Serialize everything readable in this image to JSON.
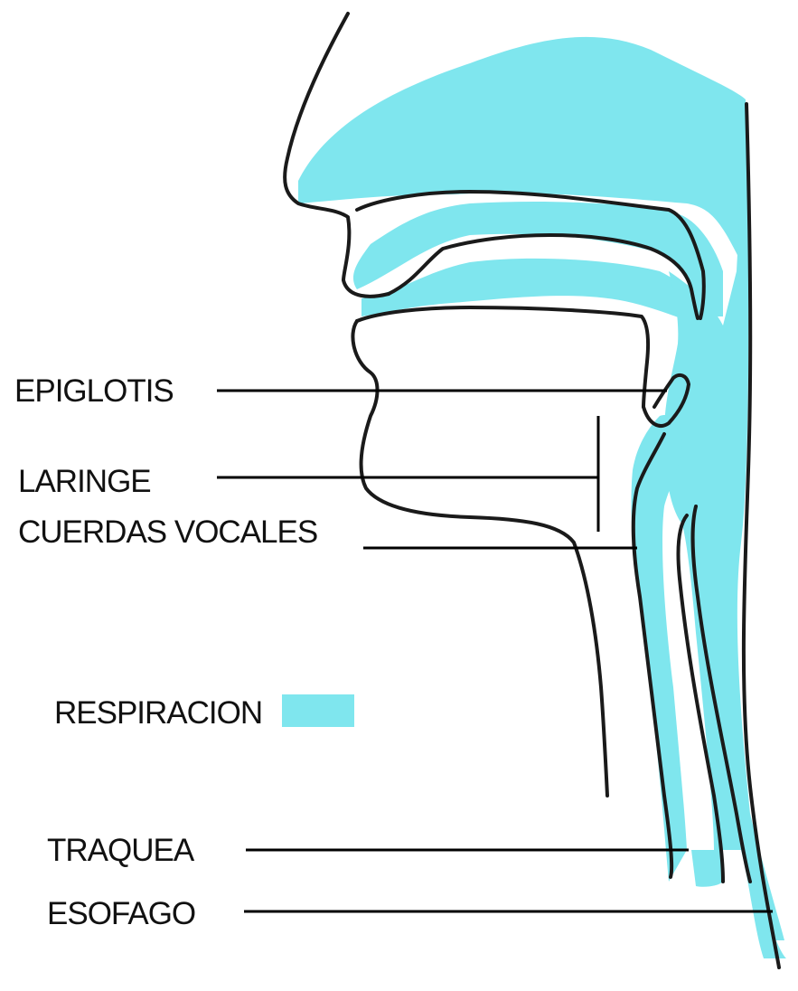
{
  "colors": {
    "respiration": "#7fe6ee",
    "outline": "#1a1a1a",
    "background": "#ffffff"
  },
  "labels": {
    "epiglotis": "EPIGLOTIS",
    "laringe": "LARINGE",
    "cuerdas_vocales": "CUERDAS VOCALES",
    "respiracion": "RESPIRACION",
    "traquea": "TRAQUEA",
    "esofago": "ESOFAGO"
  }
}
